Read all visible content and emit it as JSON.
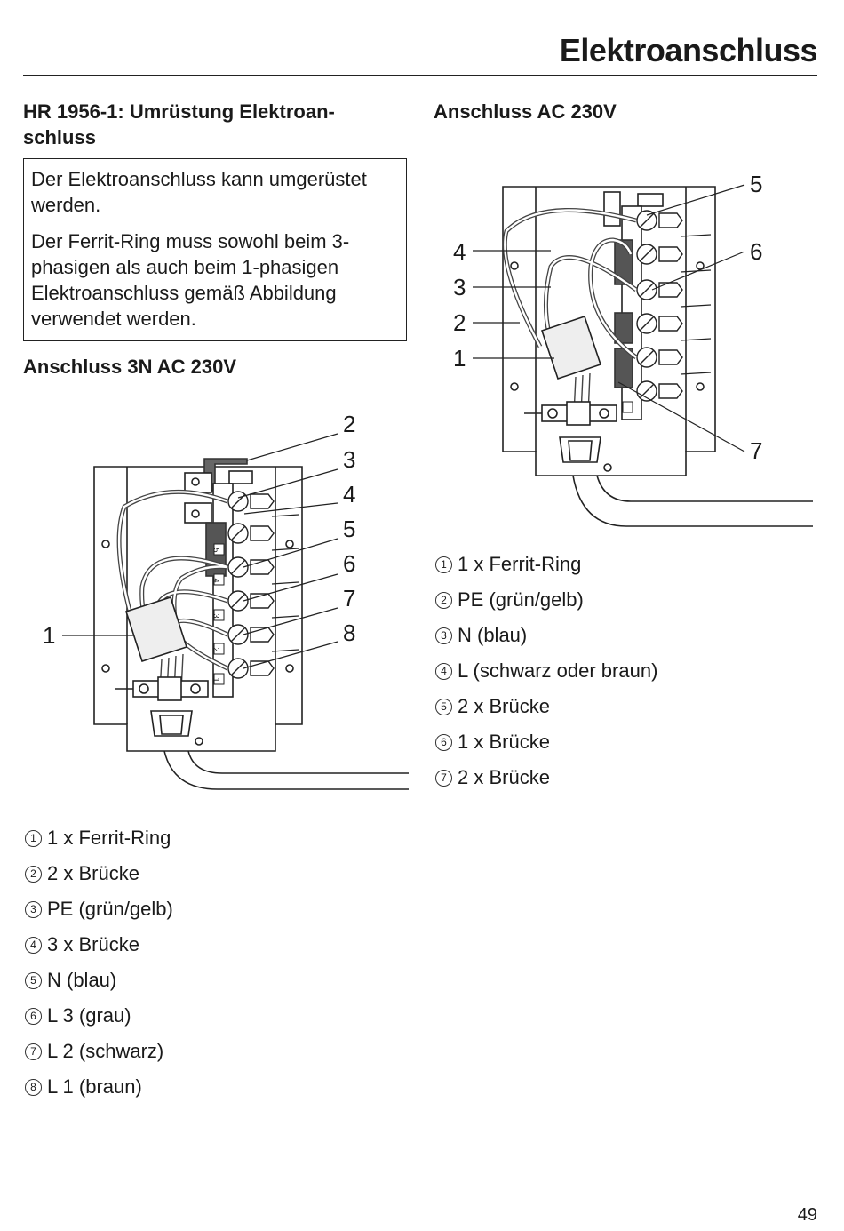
{
  "header": {
    "title": "Elektroanschluss"
  },
  "left": {
    "heading": "HR 1956-1: Umrüstung Elektroan-\nschluss",
    "note": [
      "Der Elektroanschluss kann umgerüstet werden.",
      "Der Ferrit-Ring muss sowohl beim 3-phasigen als auch beim 1-phasigen Elektroanschluss gemäß Abbildung verwendet werden."
    ],
    "subheading": "Anschluss 3N AC 230V",
    "callouts": [
      "1",
      "2",
      "3",
      "4",
      "5",
      "6",
      "7",
      "8"
    ],
    "legend": [
      {
        "num": "1",
        "text": "1 x Ferrit-Ring"
      },
      {
        "num": "2",
        "text": "2 x Brücke"
      },
      {
        "num": "3",
        "text": "PE (grün/gelb)"
      },
      {
        "num": "4",
        "text": "3 x Brücke"
      },
      {
        "num": "5",
        "text": "N (blau)"
      },
      {
        "num": "6",
        "text": "L 3 (grau)"
      },
      {
        "num": "7",
        "text": "L 2 (schwarz)"
      },
      {
        "num": "8",
        "text": "L 1 (braun)"
      }
    ]
  },
  "right": {
    "heading": "Anschluss AC 230V",
    "callouts": [
      "1",
      "2",
      "3",
      "4",
      "5",
      "6",
      "7"
    ],
    "legend": [
      {
        "num": "1",
        "text": "1 x Ferrit-Ring"
      },
      {
        "num": "2",
        "text": "PE (grün/gelb)"
      },
      {
        "num": "3",
        "text": "N (blau)"
      },
      {
        "num": "4",
        "text": "L (schwarz oder braun)"
      },
      {
        "num": "5",
        "text": "2 x Brücke"
      },
      {
        "num": "6",
        "text": "1 x Brücke"
      },
      {
        "num": "7",
        "text": "2 x Brücke"
      }
    ]
  },
  "terminal_labels": [
    "1",
    "2",
    "3",
    "4",
    "5"
  ],
  "footer": {
    "page_number": "49"
  }
}
